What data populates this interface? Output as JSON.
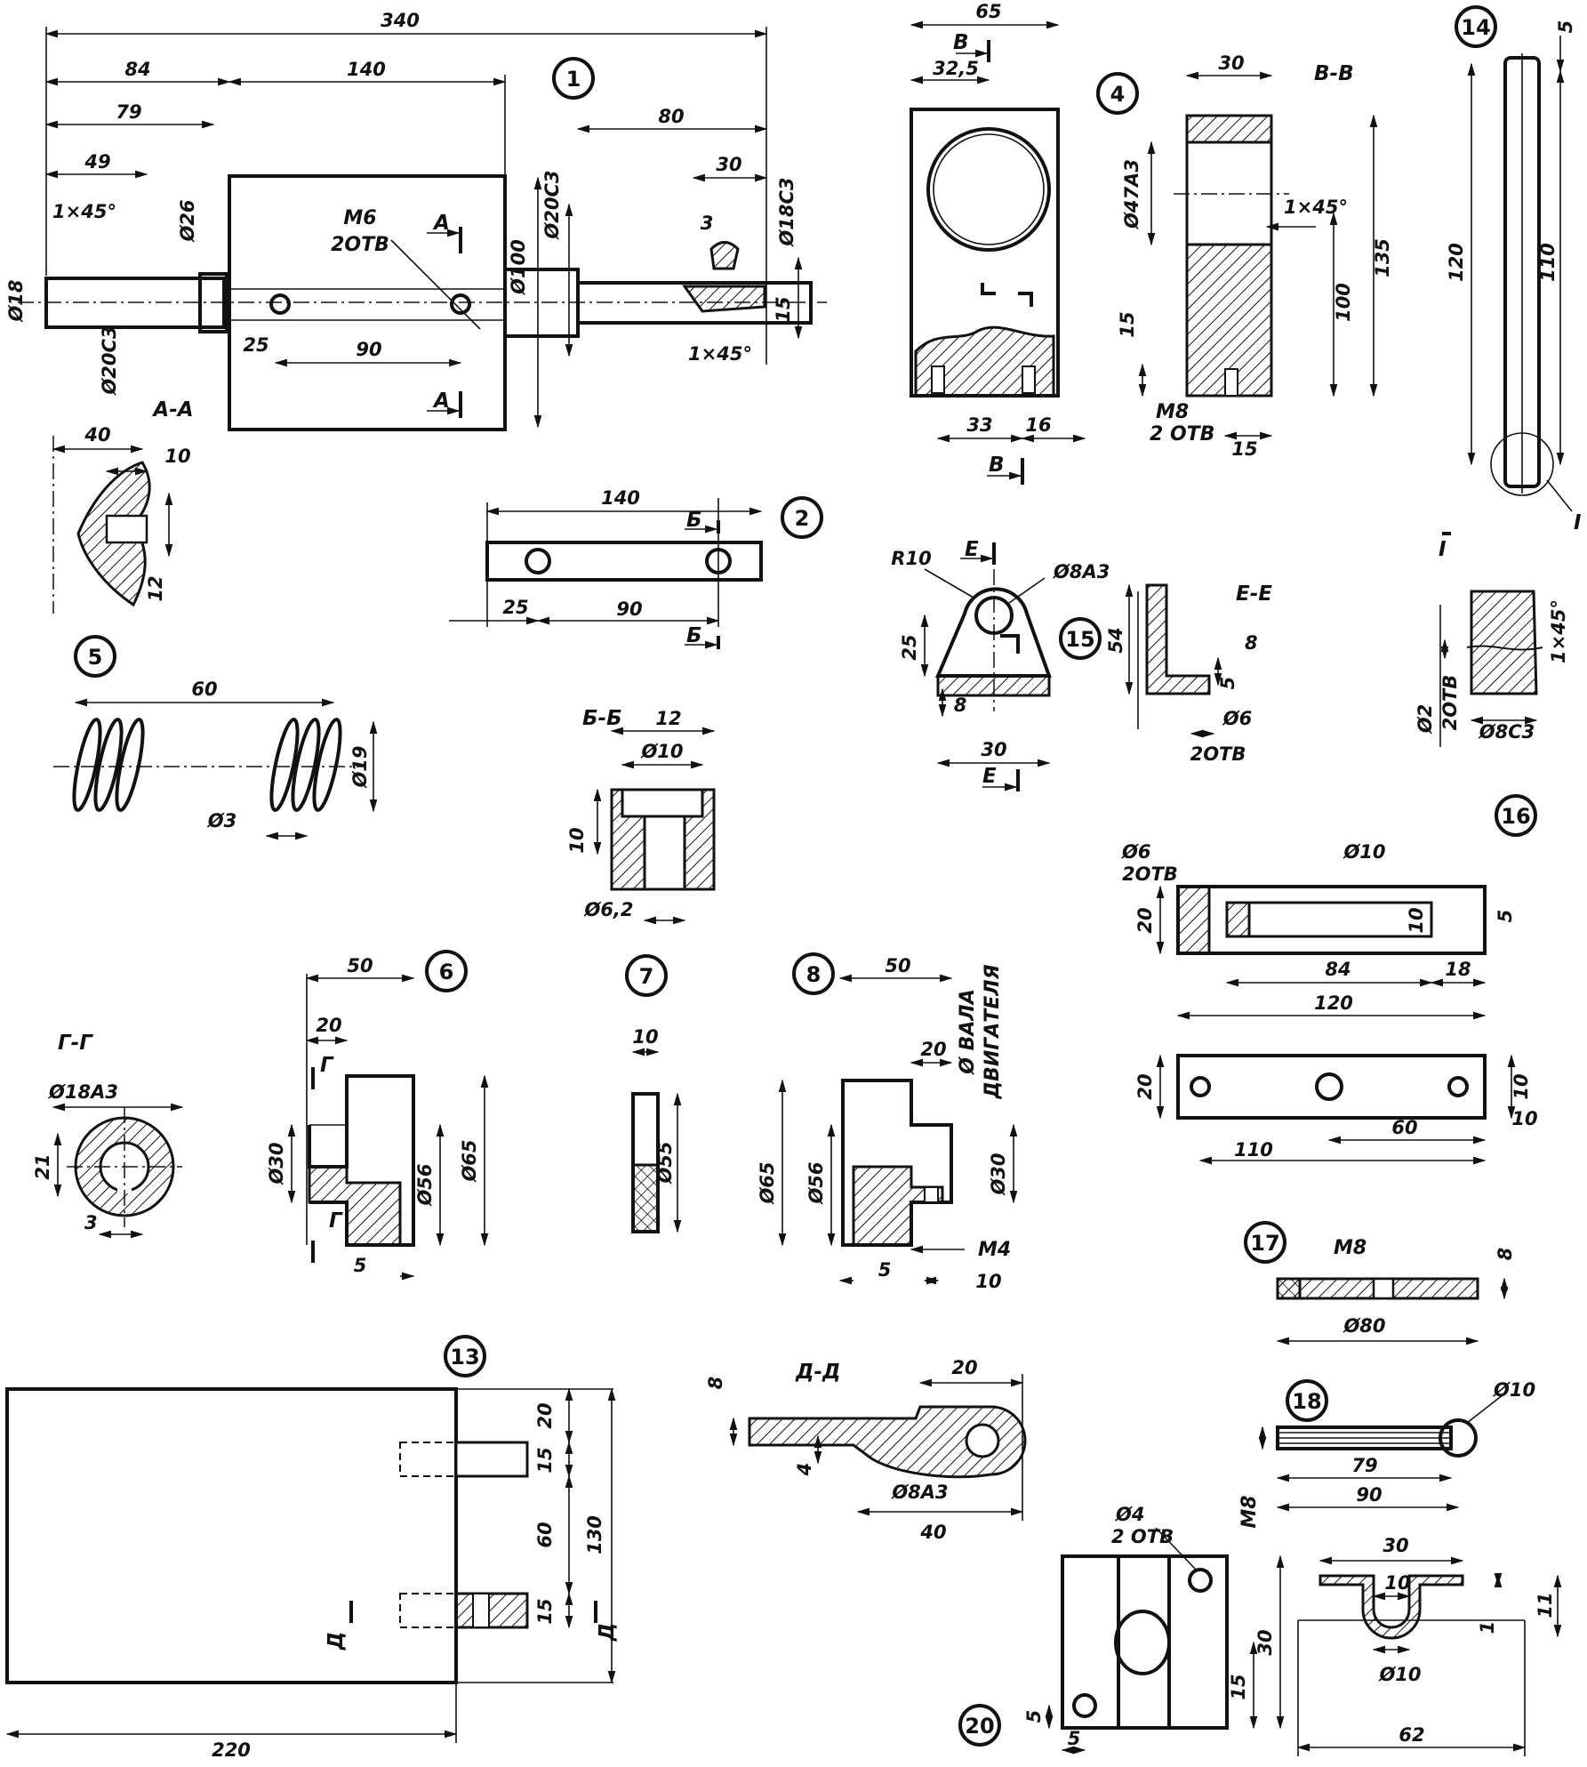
{
  "colors": {
    "ink": "#111111",
    "paper": "#ffffff"
  },
  "details": {
    "d1": {
      "badge": "1",
      "dims": [
        "340",
        "84",
        "140",
        "79",
        "49",
        "80",
        "30",
        "3",
        "1×45°",
        "Ø26",
        "Ø100",
        "Ø20С3",
        "Ø18С3",
        "Ø18",
        "Ø20С3",
        "25",
        "90",
        "15",
        "1×45°"
      ],
      "thread": "M6",
      "holes": "2ОТВ",
      "section_a": "А",
      "section_aa": "А-А",
      "aa_dims": [
        "40",
        "10",
        "12"
      ]
    },
    "d2": {
      "badge": "2",
      "dims": [
        "140",
        "25",
        "90"
      ],
      "section": "Б"
    },
    "bb": {
      "title": "Б-Б",
      "dims": [
        "12",
        "Ø10",
        "10",
        "Ø6,2"
      ]
    },
    "d4": {
      "badge": "4",
      "dims": [
        "65",
        "32,5",
        "33",
        "16",
        "30",
        "Ø47А3",
        "1×45°",
        "135",
        "100",
        "15",
        "15"
      ],
      "section": "В",
      "section_title": "В-В",
      "thread": "M8",
      "holes": "2 ОТВ"
    },
    "d5": {
      "badge": "5",
      "dims": [
        "60",
        "Ø19",
        "Ø3"
      ]
    },
    "d6": {
      "badge": "6",
      "dims": [
        "50",
        "20",
        "Ø30",
        "Ø56",
        "Ø65",
        "5"
      ],
      "section": "Г"
    },
    "gg": {
      "title": "Г-Г",
      "dims": [
        "Ø18А3",
        "21",
        "3"
      ]
    },
    "d7": {
      "badge": "7",
      "dims": [
        "10",
        "Ø55"
      ]
    },
    "d8": {
      "badge": "8",
      "dims": [
        "50",
        "20",
        "Ø65",
        "Ø56",
        "Ø30",
        "5",
        "10"
      ],
      "shaft_1": "Ø ВАЛА",
      "shaft_2": "ДВИГАТЕЛЯ",
      "thread": "M4"
    },
    "d13": {
      "badge": "13",
      "dims": [
        "20",
        "15",
        "60",
        "130",
        "15",
        "220"
      ],
      "section": "Д"
    },
    "dd": {
      "title": "Д-Д",
      "dims": [
        "8",
        "20",
        "4",
        "Ø8А3",
        "40"
      ]
    },
    "d14": {
      "badge": "14",
      "dims": [
        "5",
        "120",
        "110"
      ],
      "view": "I"
    },
    "vi": {
      "title": "I",
      "dims": [
        "1×45°",
        "Ø2",
        "2ОТВ",
        "Ø8С3"
      ]
    },
    "d15": {
      "badge": "15",
      "dims": [
        "R10",
        "Ø8А3",
        "25",
        "8",
        "30"
      ],
      "section": "Е"
    },
    "ee": {
      "title": "Е-Е",
      "dims": [
        "54",
        "8",
        "5",
        "Ø6"
      ],
      "holes": "2ОТВ"
    },
    "d16": {
      "badge": "16",
      "dims": [
        "Ø6",
        "Ø10",
        "20",
        "10",
        "5",
        "84",
        "18",
        "120",
        "20",
        "10",
        "60",
        "10",
        "110"
      ],
      "holes": "2ОТВ"
    },
    "d17": {
      "badge": "17",
      "dims": [
        "M8",
        "8",
        "Ø80"
      ]
    },
    "d18": {
      "badge": "18",
      "dims": [
        "Ø10",
        "79",
        "90",
        "M8"
      ]
    },
    "d20": {
      "badge": "20",
      "dims": [
        "Ø4",
        "30",
        "15",
        "5",
        "5"
      ],
      "holes": "2 ОТВ"
    },
    "clip": {
      "dims": [
        "30",
        "10",
        "11",
        "1",
        "Ø10",
        "62"
      ]
    }
  }
}
